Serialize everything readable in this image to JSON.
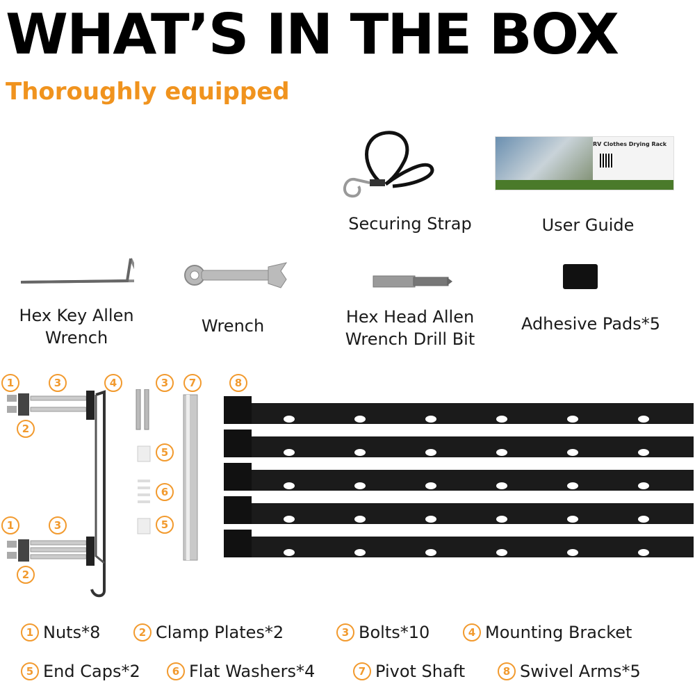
{
  "header": {
    "title": "WHAT’S IN THE BOX",
    "subtitle": "Thoroughly equipped"
  },
  "colors": {
    "accent": "#f0931e",
    "title": "#000000",
    "arm": "#1b1b1b"
  },
  "items": {
    "securing_strap": "Securing Strap",
    "user_guide": "User Guide",
    "hex_key_line1": "Hex Key Allen",
    "hex_key_line2": "Wrench",
    "wrench": "Wrench",
    "drill_bit_line1": "Hex Head Allen",
    "drill_bit_line2": "Wrench Drill Bit",
    "adhesive_pads": "Adhesive Pads*5"
  },
  "user_guide_card": {
    "heading": "RV Clothes Drying Rack"
  },
  "markers": {
    "m1": "1",
    "m2": "2",
    "m3": "3",
    "m4": "4",
    "m5": "5",
    "m6": "6",
    "m7": "7",
    "m8": "8"
  },
  "legend": [
    {
      "num": "1",
      "label": "Nuts*8"
    },
    {
      "num": "2",
      "label": "Clamp Plates*2"
    },
    {
      "num": "3",
      "label": "Bolts*10"
    },
    {
      "num": "4",
      "label": "Mounting Bracket"
    },
    {
      "num": "5",
      "label": "End Caps*2"
    },
    {
      "num": "6",
      "label": "Flat Washers*4"
    },
    {
      "num": "7",
      "label": "Pivot Shaft"
    },
    {
      "num": "8",
      "label": "Swivel Arms*5"
    }
  ]
}
